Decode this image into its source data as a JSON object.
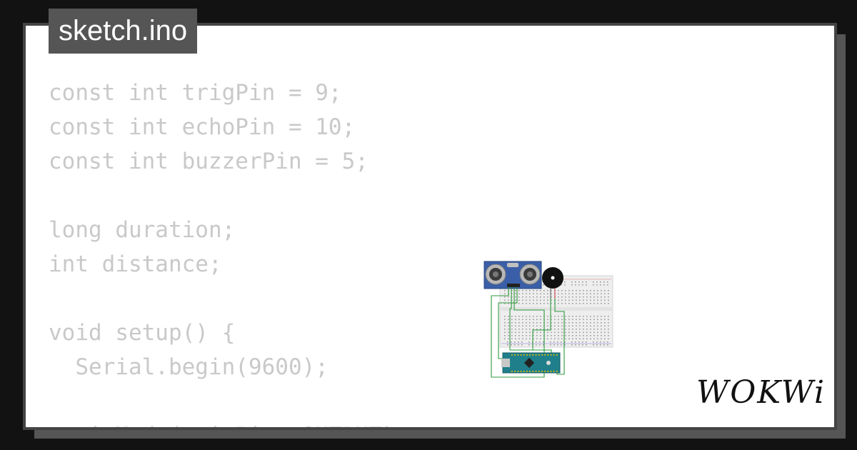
{
  "file_tab": {
    "label": "sketch.ino"
  },
  "code": {
    "lines": [
      "const int trigPin = 9;",
      "const int echoPin = 10;",
      "const int buzzerPin = 5;",
      "",
      "long duration;",
      "int distance;",
      "",
      "void setup() {",
      "  Serial.begin(9600);",
      "",
      "  pinMode(trigPin, OUTPUT);"
    ]
  },
  "brand": {
    "logo_text": "WOKWi"
  },
  "colors": {
    "background": "#121212",
    "card": "#ffffff",
    "tab": "#555555",
    "code_text": "#c9c9c9",
    "wire": "#2e9b3c",
    "arduino": "#1f7f8a",
    "sensor": "#3a5fa8"
  },
  "icons": {
    "circuit": "circuit-diagram-icon",
    "ultrasonic": "ultrasonic-sensor-icon",
    "buzzer": "buzzer-icon",
    "breadboard": "breadboard-icon",
    "arduino": "arduino-nano-icon"
  }
}
